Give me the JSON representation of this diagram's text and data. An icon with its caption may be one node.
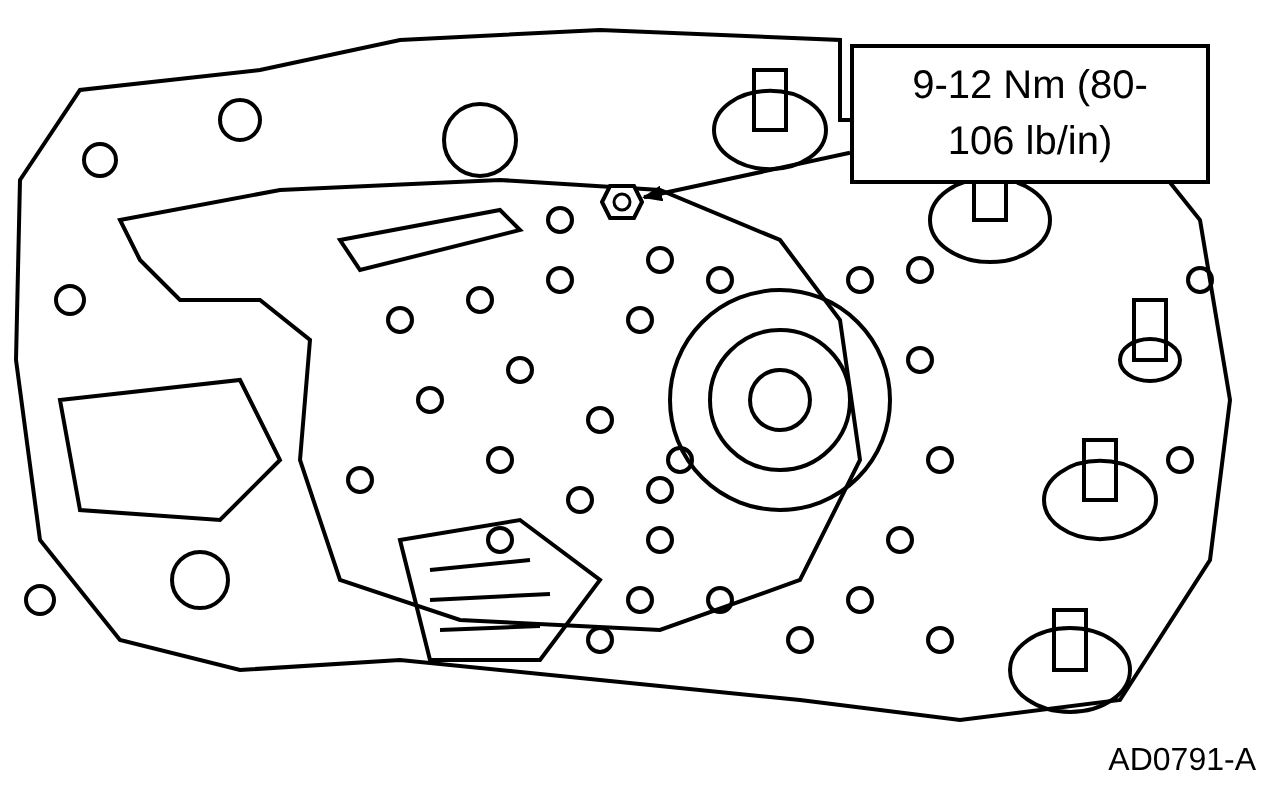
{
  "diagram": {
    "nodes": [
      {
        "text": [
          "9-12 Nm (80-106 lb/in)"
        ]
      },
      {
        "text": [],
        "shape": "picture"
      }
    ],
    "edges": [
      {
        "from": 0,
        "to": 1,
        "arrow": "to"
      }
    ],
    "labels": [
      "AD0791-A"
    ]
  }
}
